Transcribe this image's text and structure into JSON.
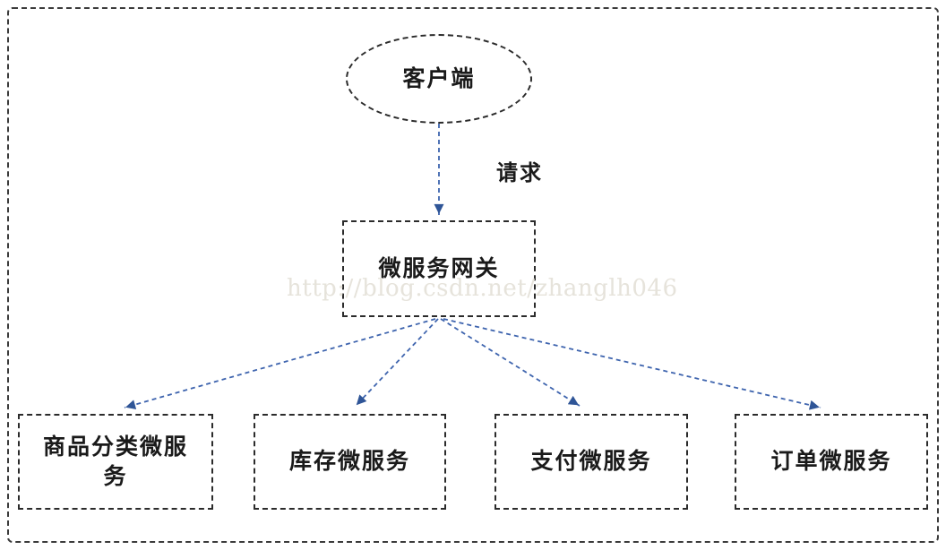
{
  "diagram": {
    "type": "flowchart",
    "watermark": "http://blog.csdn.net/zhanglh046",
    "nodes": {
      "client": {
        "label": "客户端",
        "shape": "ellipse"
      },
      "gateway": {
        "label": "微服务网关",
        "shape": "rectangle"
      },
      "services": [
        {
          "label": "商品分类微服务"
        },
        {
          "label": "库存微服务"
        },
        {
          "label": "支付微服务"
        },
        {
          "label": "订单微服务"
        }
      ]
    },
    "edge_labels": {
      "request": "请求"
    },
    "colors": {
      "arrow": "#3e64ae",
      "arrowhead": "#2f5597",
      "node_border": "#2b2b2b",
      "frame_border": "#3b3b3b",
      "text": "#1a1a1a",
      "watermark": "#e6e3db",
      "background": "#ffffff"
    }
  }
}
